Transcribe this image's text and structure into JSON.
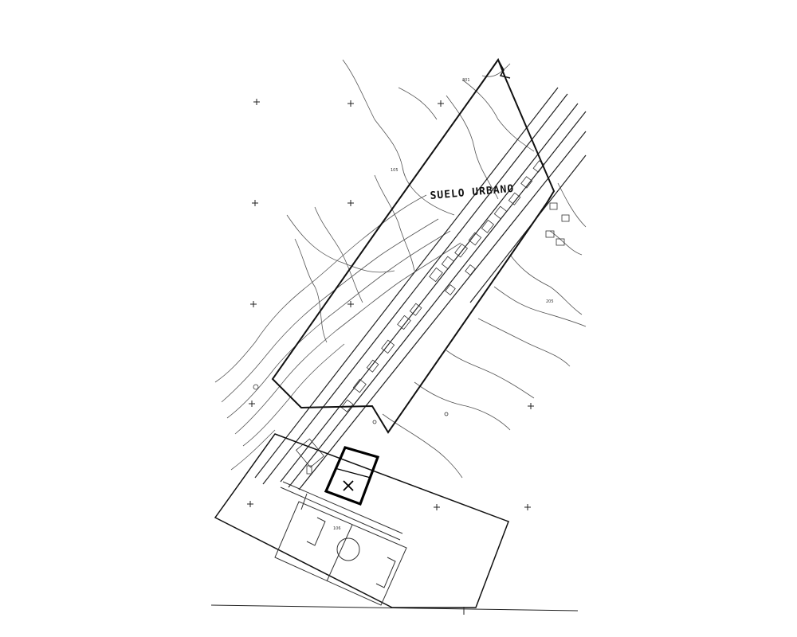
{
  "map": {
    "zone_label": "SUELO URBANO",
    "elevation_labels": [
      "301",
      "105",
      "205",
      "106"
    ],
    "colors": {
      "ink": "#111111",
      "contour": "#555555",
      "background": "#ffffff"
    },
    "symbols": {
      "site_marker": "x-mark-icon",
      "grid_cross": "plus-cross-icon"
    }
  }
}
